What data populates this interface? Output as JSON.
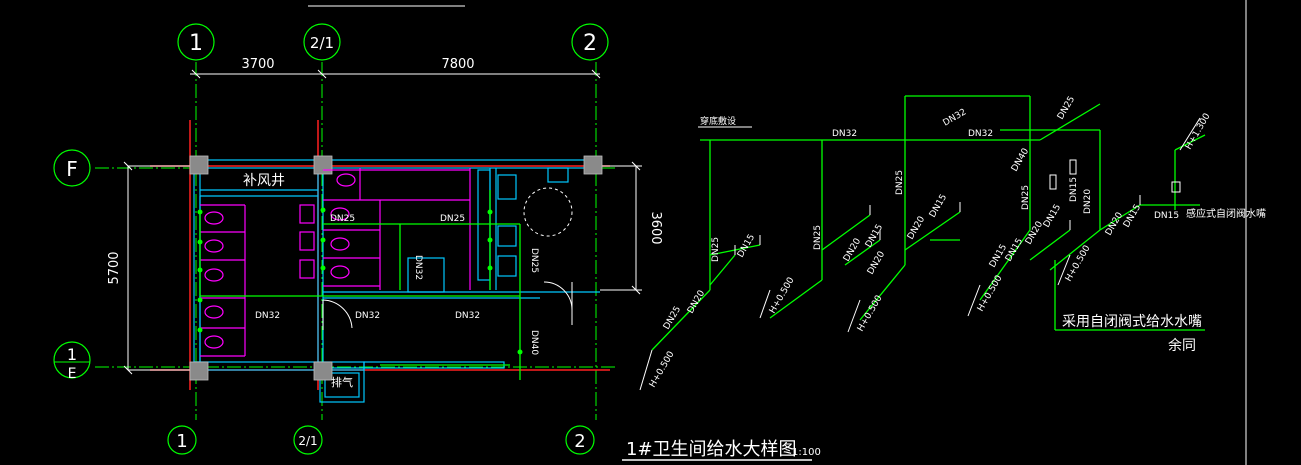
{
  "colors": {
    "background": "#000000",
    "axis": "#00ff00",
    "dim": "#ffffff",
    "wall": "#00c8ff",
    "fixture": "#ff00ff",
    "pipe": "#00ff00",
    "grid_red": "#ff2020",
    "column": "#909090"
  },
  "grid_labels": {
    "top": [
      "1",
      "2/1",
      "2"
    ],
    "bottom": [
      "1",
      "2/1",
      "2"
    ],
    "left": [
      "F",
      "1",
      "E"
    ]
  },
  "dimensions": {
    "top": [
      "3700",
      "7800"
    ],
    "left": "5700",
    "right": "3600"
  },
  "plan": {
    "room_label": "补风井",
    "exhaust_label": "排气",
    "pipe_labels": [
      "DN25",
      "DN25",
      "DN32",
      "DN25",
      "DN32",
      "DN32",
      "DN32",
      "DN40"
    ]
  },
  "isometric": {
    "top_note": "穿底敷设",
    "pipe_labels": [
      "DN32",
      "DN32",
      "DN32",
      "DN25",
      "DN25",
      "DN20",
      "DN15",
      "DN25",
      "DN20",
      "DN15",
      "DN25",
      "DN20",
      "DN15",
      "DN20",
      "DN15",
      "DN15",
      "DN20",
      "DN15",
      "DN40",
      "DN25",
      "DN15",
      "DN20",
      "DN25",
      "DN15",
      "DN20",
      "DN15"
    ],
    "elevations": [
      "H+0.500",
      "H+0.500",
      "H+0.500",
      "H+0.500",
      "H+0.500",
      "H+1.300"
    ],
    "note_sensor": "感应式自闭阀水嘴",
    "note_valve": "采用自闭阀式给水水嘴",
    "note_rest": "余同"
  },
  "title": {
    "main": "1#卫生间给水大样图",
    "scale": "1:100"
  }
}
